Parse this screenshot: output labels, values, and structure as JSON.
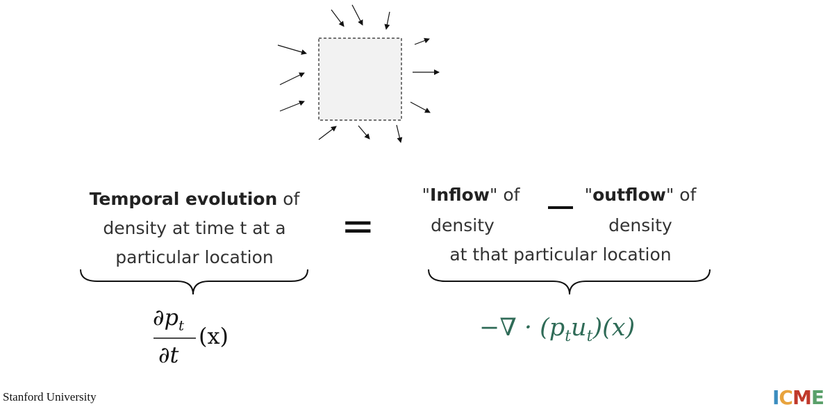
{
  "left_label": {
    "bold": "Temporal evolution",
    "rest_line1": " of",
    "line2": "density at time t at a",
    "line3": "particular location"
  },
  "equals_sign": "=",
  "minus_sign": "−",
  "inflow": {
    "quote_open": "\"",
    "bold": "Inflow",
    "rest": "\" of",
    "line2": "density"
  },
  "outflow": {
    "quote_open": "\"",
    "bold": "outflow",
    "rest": "\" of",
    "line2": "density"
  },
  "shared_line": "at that particular location",
  "left_formula": {
    "numerator": "∂p",
    "numerator_sub": "t",
    "denominator": "∂t",
    "arg": "(x)"
  },
  "right_formula": {
    "prefix": "−∇ · (p",
    "sub1": "t",
    "mid": "u",
    "sub2": "t",
    "suffix": ")(x)"
  },
  "footer": {
    "institution": "Stanford University",
    "logo_letters": [
      "I",
      "C",
      "M",
      "E"
    ]
  },
  "colors": {
    "text": "#333333",
    "formula_green": "#2f6b57",
    "box_fill": "#f2f2f2",
    "logo": [
      "#3b8dbf",
      "#e8a33d",
      "#c0392b",
      "#5aa06a"
    ]
  },
  "icons": {
    "arrows": "arrow-icon",
    "box": "control-volume"
  }
}
